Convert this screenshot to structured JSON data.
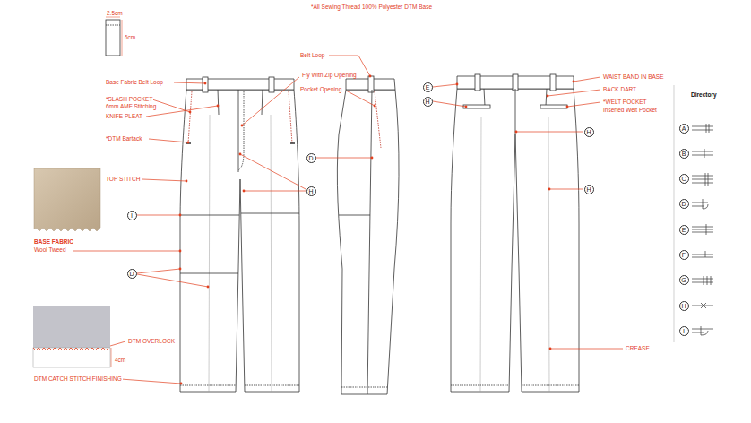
{
  "diagram": {
    "title": "*All Sewing Thread 100% Polyester DTM Base",
    "nodes": [
      {
        "text": [
          "I"
        ]
      },
      {
        "text": [
          "D"
        ]
      },
      {
        "text": [
          "D"
        ]
      },
      {
        "text": [
          "H"
        ]
      },
      {
        "text": [
          "E"
        ]
      },
      {
        "text": [
          "H"
        ]
      },
      {
        "text": [
          "H"
        ]
      },
      {
        "text": [
          "H"
        ]
      },
      {
        "text": [
          "A"
        ]
      },
      {
        "text": [
          "B"
        ]
      },
      {
        "text": [
          "C"
        ]
      },
      {
        "text": [
          "D"
        ]
      },
      {
        "text": [
          "E"
        ]
      },
      {
        "text": [
          "F"
        ]
      },
      {
        "text": [
          "G"
        ]
      },
      {
        "text": [
          "H"
        ]
      },
      {
        "text": [
          "I"
        ]
      }
    ],
    "labels": [
      "2.5cm",
      "6cm",
      "Base Fabric Belt Loop",
      "*SLASH POCKET",
      "6mm AMF Stitching",
      "KNIFE PLEAT",
      "*DTM Bartack",
      "TOP STITCH",
      "BASE FABRIC",
      "Wool Tweed",
      "DTM OVERLOCK",
      "4cm",
      "DTM CATCH STITCH FINISHING",
      "Belt Loop",
      "Fly With Zip Opening",
      "Pocket Opening",
      "WAIST BAND IN BASE",
      "BACK DART",
      "*WELT POCKET",
      "Inserted Welt Pocket",
      "CREASE",
      "Directory"
    ]
  }
}
